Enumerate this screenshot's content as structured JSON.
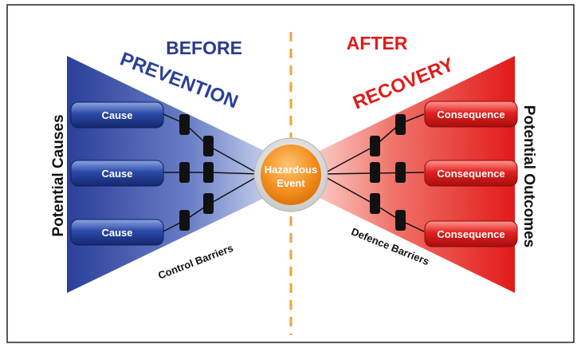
{
  "header": {
    "before_label": "BEFORE",
    "after_label": "AFTER"
  },
  "left_side": {
    "arc_title": "PREVENTION",
    "side_label": "Potential Causes",
    "barrier_label": "Control Barriers",
    "causes": [
      "Cause",
      "Cause",
      "Cause"
    ]
  },
  "center": {
    "event_line_1": "Hazardous",
    "event_line_2": "Event"
  },
  "right_side": {
    "arc_title": "RECOVERY",
    "side_label": "Potential Outcomes",
    "barrier_label": "Defence Barriers",
    "consequences": [
      "Consequence",
      "Consequence",
      "Consequence"
    ]
  },
  "colors": {
    "before_label": "#2e3a8c",
    "after_label": "#e01b1b",
    "prevention": "#2a3f99",
    "recovery": "#e21a1a",
    "cause_box": "#1f3a93",
    "consequence_box": "#e01818",
    "event_circle": "#f08a18",
    "divider": "#f0a23a",
    "barrier": "#111111"
  }
}
